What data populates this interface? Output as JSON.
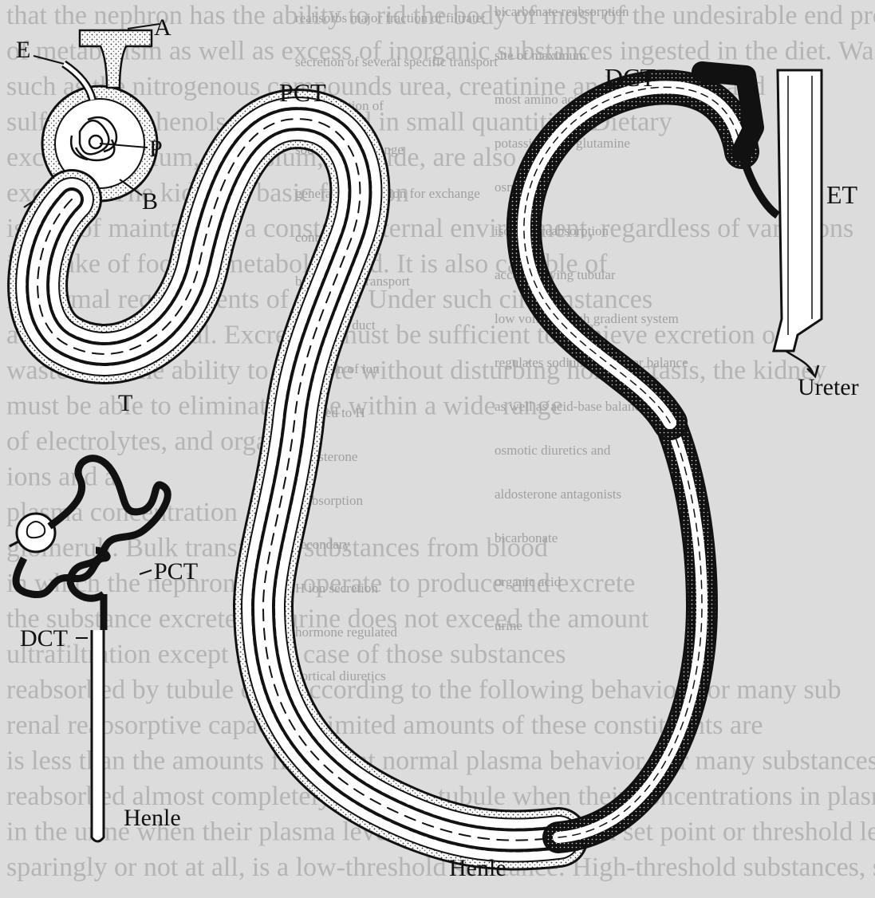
{
  "labels": {
    "a": "A",
    "e": "E",
    "p": "P",
    "b": "B",
    "t": "T",
    "pct_main": "PCT",
    "dct_main": "DCT",
    "et": "ET",
    "ureter": "Ureter",
    "pct_small": "PCT",
    "dct_small": "DCT",
    "henle_small": "Henle",
    "henle_main": "Henle"
  },
  "colors": {
    "background": "#dcdcdc",
    "ink": "#111111",
    "tube_fill": "#ffffff",
    "ghost_text": "#b4b4b4"
  },
  "background_text_lines": [
    "that the nephron has the ability to rid the body of most of the undesirable end products",
    "of metabolism as well as excess of inorganic substances ingested in the diet. Wastes",
    "such as the nitrogenous compounds urea, creatinine and uric acid, and",
    "sulfates and phenols, are excreted in small quantities. Dietary",
    "excess of sodium, potassium, chloride, are also",
    "excreted. The kidney's basic function",
    "is that of maintaining a constant internal environment, regardless of variations",
    "in intake of food or metabolic load. It is also capable of",
    "in normal requirements of water. Under such circumstances",
    "additional material. Excretion must be sufficient to achieve excretion of",
    "wastes and the ability to excrete without disturbing homeostasis, the kidney",
    "must be able to eliminate these within a wide range",
    "of electrolytes, and organic",
    "ions and a",
    "plasma concentration",
    "glomeruli. Bulk transfer of substances from blood",
    "in which the nephron must operate to produce and excrete",
    "the substance excreted in urine does not exceed the amount",
    "ultrafiltration except in the case of those substances",
    "reabsorbed by tubule cells according to the following behavior, for many sub",
    "renal reabsorptive capacity. Limited amounts of these constituents are",
    "is less than the amounts filtered at normal plasma behavior, for many substances",
    "reabsorbed almost completely from the tubule when their concentrations in plasma are",
    "in the urine when their plasma levels are above a certain set point or threshold level",
    "sparingly or not at all, is a low-threshold substance. High-threshold substances, such as glucose"
  ],
  "overlay_text_lines": [
    "reabsorbs major fraction of filtrate;",
    "bicarbonate reabsorption",
    "secretion of several specific transport",
    "site of maximum",
    "concentration of",
    "most amino acids",
    "sodium to exchange",
    "potassium and glutamine",
    "general reabsorption for exchange",
    "osmotic",
    "control",
    "isotonic reabsorption",
    "bicarbonate transport",
    "accompanying tubular",
    "collecting duct",
    "low volume, high gradient system",
    "secretion of ion",
    "regulates sodium and water balance",
    "coupled to H",
    "as well as acid-base balance",
    "aldosterone",
    "osmotic diuretics and",
    "reabsorption",
    "aldosterone antagonists",
    "secondary",
    "bicarbonate",
    "H ion secretion",
    "organic acid",
    "hormone regulated",
    "urine",
    "cortical diuretics"
  ]
}
